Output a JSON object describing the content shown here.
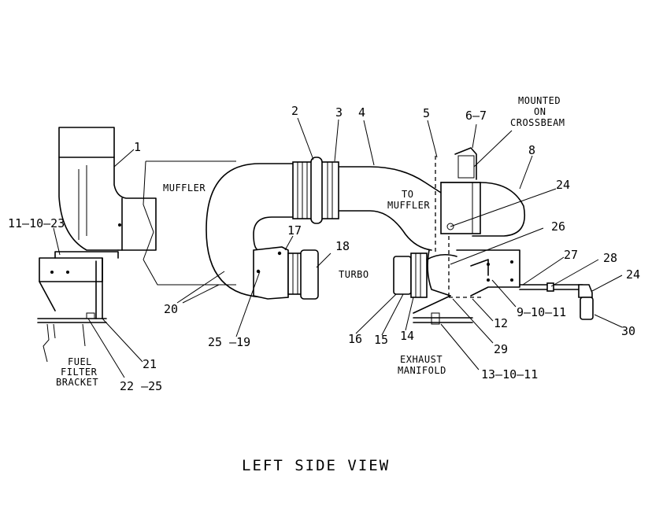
{
  "title": "LEFT SIDE VIEW",
  "callouts": {
    "c1": "1",
    "c2": "2",
    "c3": "3",
    "c4": "4",
    "c5": "5",
    "c6_7": "6–7",
    "c8": "8",
    "c24a": "24",
    "c26": "26",
    "c27": "27",
    "c28": "28",
    "c24b": "24",
    "c9_10_11": "9–10–11",
    "c12": "12",
    "c29": "29",
    "c30": "30",
    "c13_10_11": "13–10–11",
    "c14": "14",
    "c15": "15",
    "c16": "16",
    "c17": "17",
    "c18": "18",
    "c20": "20",
    "c25_19": "25 –19",
    "c11_10_23": "11–10–23",
    "c21": "21",
    "c22_25": "22 –25"
  },
  "labels": {
    "muffler": "MUFFLER",
    "to_muffler_1": "TO",
    "to_muffler_2": "MUFFLER",
    "turbo": "TURBO",
    "mounted_1": "MOUNTED",
    "mounted_2": "ON",
    "mounted_3": "CROSSBEAM",
    "exhaust_1": "EXHAUST",
    "exhaust_2": "MANIFOLD",
    "fuel_1": "FUEL",
    "fuel_2": "FILTER",
    "fuel_3": "BRACKET"
  }
}
